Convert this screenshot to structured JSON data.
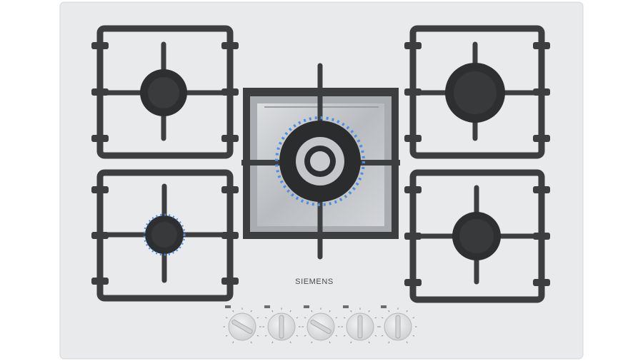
{
  "brand": "SIEMENS",
  "colors": {
    "glass": "#e9eaeb",
    "cast_iron": "#3d3e40",
    "burner": "#2e2f31",
    "flame": "#4f8fe0",
    "steel": "#c9cbce",
    "knob": "#e5e6e7"
  },
  "burners": [
    {
      "name": "rear-left-burner",
      "flame": false
    },
    {
      "name": "center-wok-burner",
      "flame": true
    },
    {
      "name": "rear-right-burner",
      "flame": false
    },
    {
      "name": "front-left-burner",
      "flame": true
    },
    {
      "name": "front-right-burner",
      "flame": false
    }
  ],
  "knobs": [
    {
      "name": "knob-1"
    },
    {
      "name": "knob-2"
    },
    {
      "name": "knob-3"
    },
    {
      "name": "knob-4"
    },
    {
      "name": "knob-5"
    }
  ]
}
